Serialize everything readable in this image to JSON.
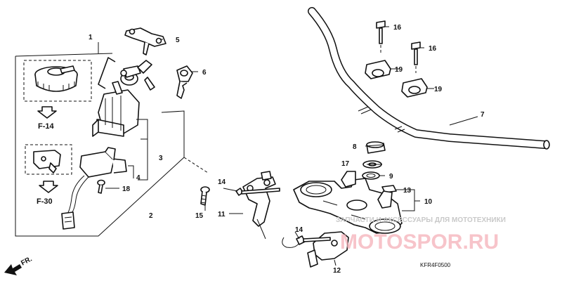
{
  "callouts": {
    "c1": "1",
    "c2": "2",
    "c3": "3",
    "c4": "4",
    "c5": "5",
    "c6": "6",
    "c7": "7",
    "c8": "8",
    "c9": "9",
    "c10": "10",
    "c11": "11",
    "c12": "12",
    "c13": "13",
    "c14a": "14",
    "c14b": "14",
    "c15": "15",
    "c16a": "16",
    "c16b": "16",
    "c17": "17",
    "c18": "18",
    "c19a": "19",
    "c19b": "19"
  },
  "refs": {
    "top": "F-14",
    "bottom": "F-30"
  },
  "direction": {
    "label": "FR."
  },
  "diagram_code": "KFR4F0500",
  "watermark": {
    "tagline": "ЗАПЧАСТИ И АКСЕССУАРЫ ДЛЯ МОТОТЕХНИКИ",
    "brand": "MOTOSPOR.RU"
  },
  "colors": {
    "ink": "#111111",
    "watermark": "#f4b0b8"
  }
}
